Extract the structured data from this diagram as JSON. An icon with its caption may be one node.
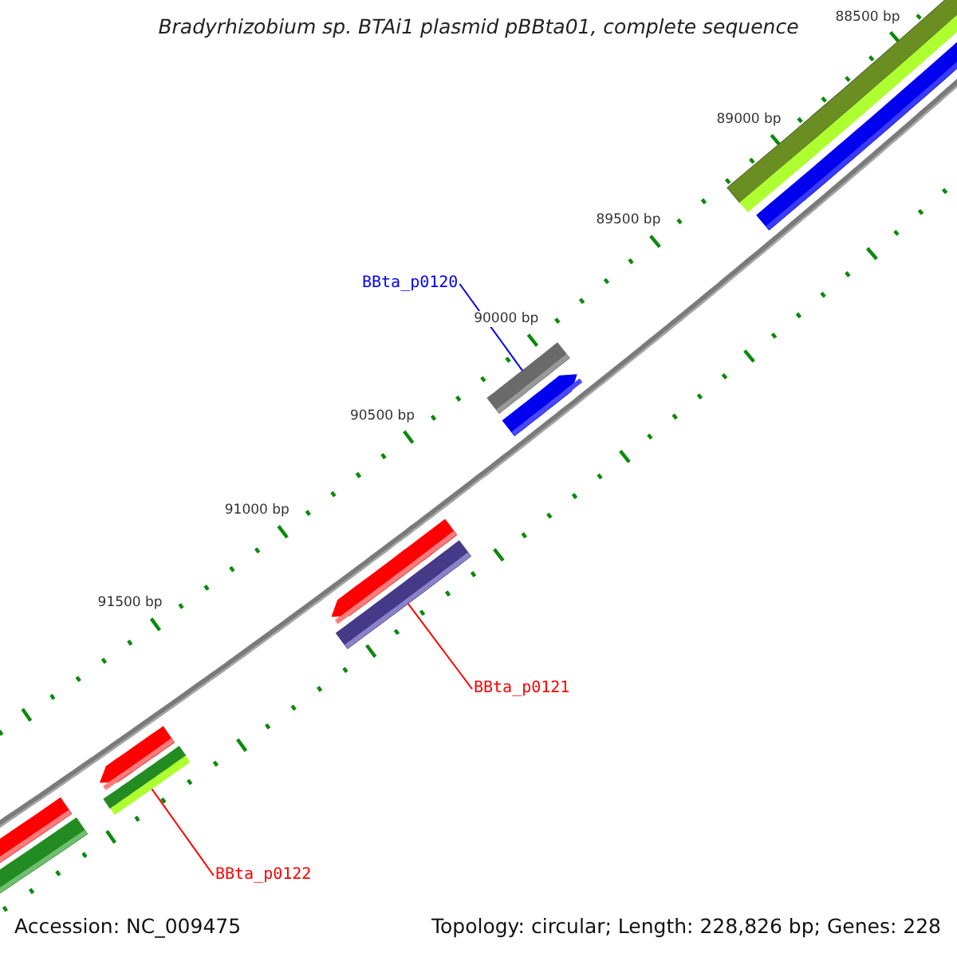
{
  "diagram": {
    "title": "Bradyrhizobium sp. BTAi1 plasmid pBBta01, complete sequence",
    "nodes": [
      {
        "text": [
          "BBta_p0120"
        ]
      },
      {
        "text": [],
        "shape": "bar"
      },
      {
        "text": [
          "BBta_p0121"
        ]
      },
      {
        "text": [],
        "shape": "bar"
      },
      {
        "text": [
          "BBta_p0122"
        ]
      },
      {
        "text": [],
        "shape": "bar"
      }
    ],
    "edges": [
      {
        "from": 0,
        "to": 1,
        "arrow": "none",
        "color": "#0000ff"
      },
      {
        "from": 2,
        "to": 3,
        "arrow": "none",
        "color": "#ff0000"
      },
      {
        "from": 4,
        "to": 5,
        "arrow": "none",
        "color": "#ff0000"
      }
    ],
    "labels": [
      "88500 bp",
      "89000 bp",
      "89500 bp",
      "90000 bp",
      "90500 bp",
      "91000 bp",
      "91500 bp",
      "Accession: NC_009475",
      "Topology: circular; Length: 228,826 bp; Genes: 228"
    ]
  }
}
